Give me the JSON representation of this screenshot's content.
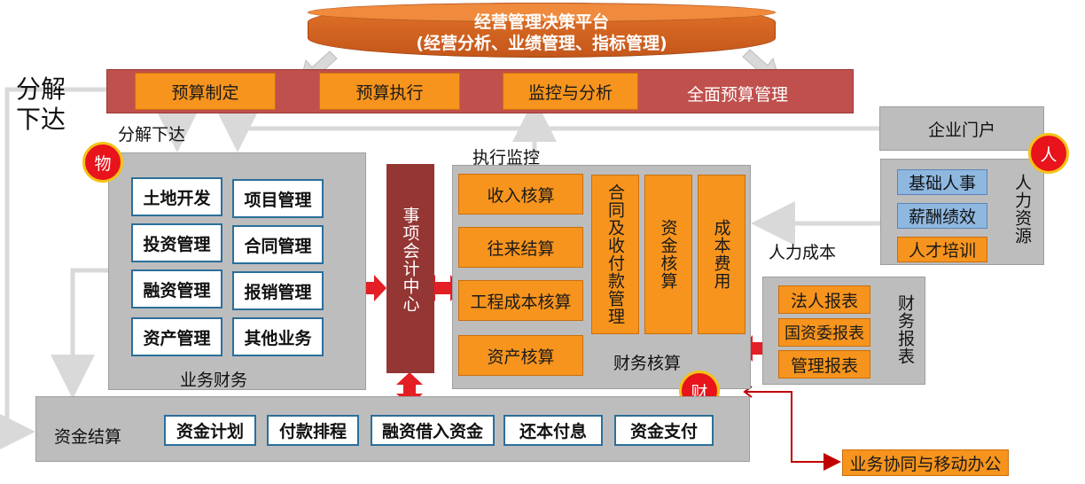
{
  "platform": {
    "title": "经营管理决策平台",
    "subtitle": "(经营分析、业绩管理、指标管理)"
  },
  "budget_bar": {
    "items": [
      "预算制定",
      "预算执行",
      "监控与分析"
    ],
    "title": "全面预算管理"
  },
  "left_notes": {
    "decompose_big_line1": "分解",
    "decompose_big_line2": "下达",
    "decompose_small": "分解下达",
    "exec_monitor": "执行监控"
  },
  "business_finance": {
    "badge": "物",
    "items": [
      "土地开发",
      "项目管理",
      "投资管理",
      "合同管理",
      "融资管理",
      "报销管理",
      "资产管理",
      "其他业务"
    ],
    "title": "业务财务"
  },
  "event_center": {
    "title": "事项会计中心"
  },
  "accounting": {
    "left_items": [
      "收入核算",
      "往来结算",
      "工程成本核算",
      "资产核算"
    ],
    "vertical_items": [
      "合同及收付款管理",
      "资金核算",
      "成本费用"
    ],
    "title": "财务核算",
    "badge": "财"
  },
  "portal": {
    "title": "企业门户"
  },
  "hr": {
    "badge": "人",
    "items": [
      "基础人事",
      "薪酬绩效",
      "人才培训"
    ],
    "title": "人力资源",
    "cost_label": "人力成本"
  },
  "reports": {
    "items": [
      "法人报表",
      "国资委报表",
      "管理报表"
    ],
    "title": "财务报表"
  },
  "funds": {
    "title": "资金结算",
    "items": [
      "资金计划",
      "付款排程",
      "融资借入资金",
      "还本付息",
      "资金支付"
    ]
  },
  "mobile": {
    "label": "业务协同与移动办公"
  },
  "colors": {
    "orange": "#f7941d",
    "dark_red": "#943634",
    "red_bar": "#c0504d",
    "badge_red": "#e8131b",
    "arrow_red": "#e31e24"
  }
}
